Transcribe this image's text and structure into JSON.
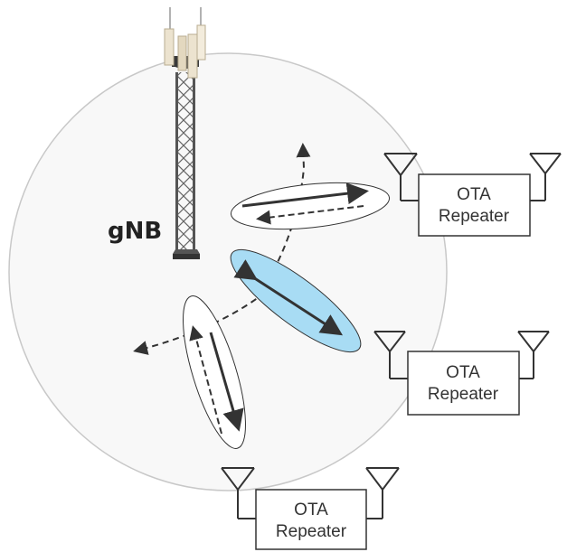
{
  "gnb": {
    "label": "gNB"
  },
  "repeaters": [
    {
      "line1": "OTA",
      "line2": "Repeater"
    },
    {
      "line1": "OTA",
      "line2": "Repeater"
    },
    {
      "line1": "OTA",
      "line2": "Repeater"
    }
  ],
  "colors": {
    "coverage_fill": "#f8f8f8",
    "coverage_stroke": "#c8c8c8",
    "beam_highlight": "#a8dcf4",
    "line": "#333333",
    "tower": "#444444",
    "antenna_panel": "#ece3cf"
  }
}
